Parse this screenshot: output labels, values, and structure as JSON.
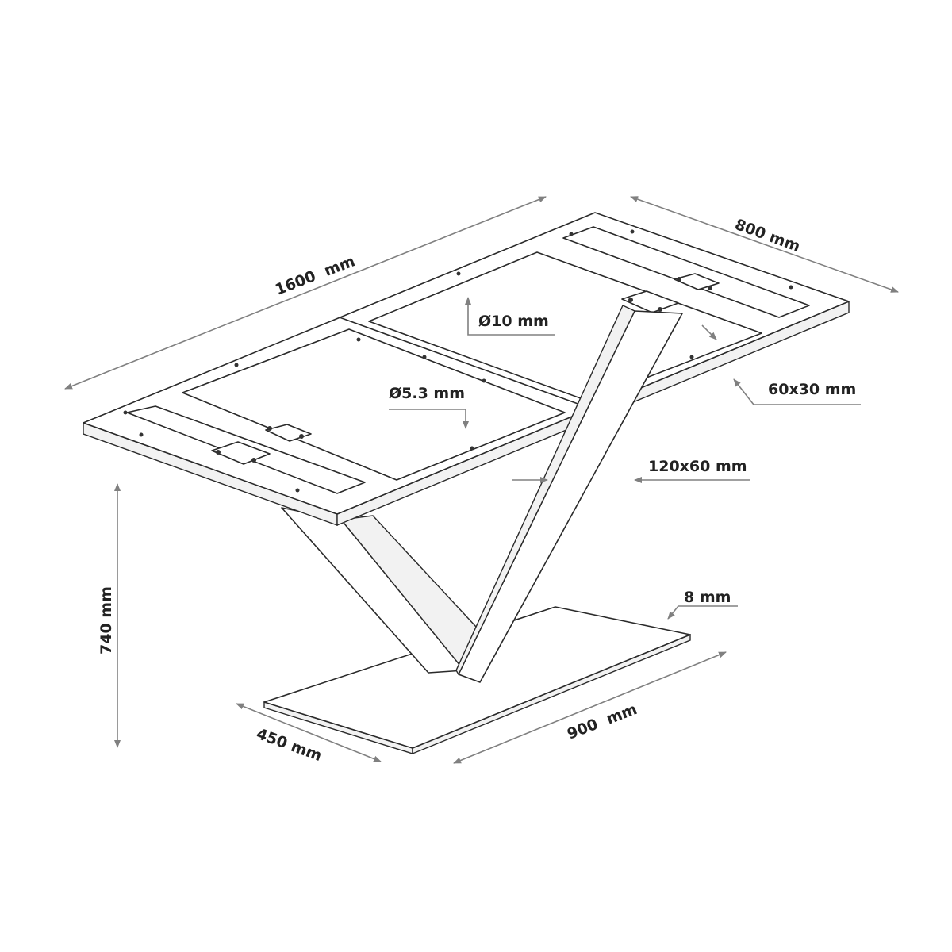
{
  "title": "V-shaped table base dimension drawing",
  "labels": {
    "top_length": "1600  mm",
    "top_width": "800 mm",
    "hole_large": "Ø10 mm",
    "hole_small": "Ø5.3 mm",
    "frame_profile": "60x30 mm",
    "leg_profile": "120x60 mm",
    "plate_thickness": "8 mm",
    "height": "740 mm",
    "base_width": "450 mm",
    "base_length": "900  mm"
  },
  "colors": {
    "line": "#2a2a2a",
    "dimension": "#808080"
  }
}
